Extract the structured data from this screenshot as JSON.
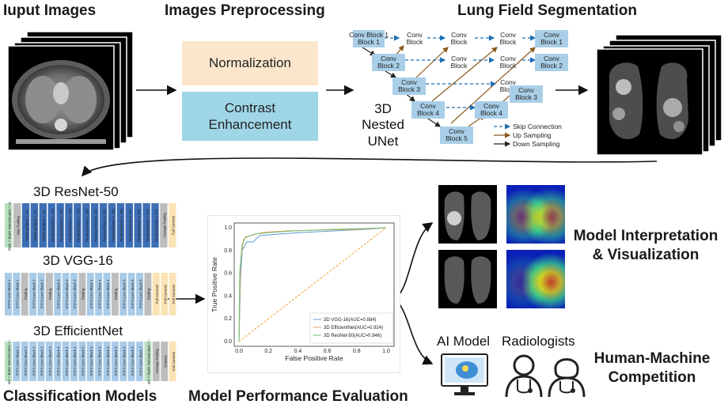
{
  "headers": {
    "input": "Iuput Images",
    "preprocessing": "Images Preprocessing",
    "segmentation": "Lung Field Segmentation",
    "classification": "Classification Models",
    "evaluation": "Model Performance Evaluation",
    "interpretation": "Model Interpretation & Visualization",
    "competition": "Human-Machine Competition"
  },
  "preprocessing_steps": [
    "Normalization",
    "Contrast Enhancement"
  ],
  "unet": {
    "label": "3D Nested UNet",
    "legend": [
      "Skip Connection",
      "Up Sampling",
      "Down Sampling"
    ],
    "blocks": [
      "Conv Block 1",
      "Conv Block",
      "Conv Block",
      "Conv Block",
      "Conv Block 1",
      "Conv Block 2",
      "Conv Block",
      "Conv Block",
      "Conv Block 2",
      "Conv Block 3",
      "Conv Block",
      "Conv Block 3",
      "Conv Block 4",
      "Conv Block 4",
      "Conv Block 5"
    ]
  },
  "models": {
    "resnet": {
      "title": "3D ResNet-50",
      "layers": [
        "Conv Block + Batch Normalization + Activation",
        "Max Pooling",
        "Residual Block 1, 64",
        "Residual Block 1, 64",
        "Residual Block 1, 64",
        "Residual Block 2, 128",
        "Residual Block 2, 128",
        "Residual Block 2, 128",
        "Residual Block 2, 128",
        "Residual Block 3, 256",
        "Residual Block 3, 256",
        "Residual Block 3, 256",
        "Residual Block 3, 256",
        "Residual Block 3, 256",
        "Residual Block 3, 256",
        "Residual Block 4, 512",
        "Residual Block 4, 512",
        "Residual Block 4, 512",
        "Average Pooling",
        "Full Connect"
      ]
    },
    "vgg": {
      "title": "3D VGG-16",
      "layers": [
        "3*3*3 Conv Block 1",
        "3*3*3 Conv Block 1",
        "Pooling",
        "3*3*3 Conv Block 2",
        "3*3*3 Conv Block 2",
        "Pooling",
        "3*3*3 Conv Block 3",
        "3*3*3 Conv Block 3",
        "3*3*3 Conv Block 3",
        "Pooling",
        "3*3*3 Conv Block 4",
        "3*3*3 Conv Block 4",
        "3*3*3 Conv Block 4",
        "Pooling",
        "3*3*3 Conv Block 5",
        "3*3*3 Conv Block 5",
        "3*3*3 Conv Block 5",
        "Pooling",
        "Full Connect",
        "Full Connect",
        "Full Connect"
      ]
    },
    "efficientnet": {
      "title": "3D EfficientNet",
      "layers": [
        "Conv Block + Batch Normalization + Activation",
        "3*3*3 Conv Block 1",
        "3*3*3 Conv Block 2",
        "3*3*3 Conv Block 2",
        "3*3*3 Conv Block 3",
        "3*3*3 Conv Block 3",
        "3*3*3 Conv Block 4",
        "3*3*3 Conv Block 4",
        "3*3*3 Conv Block 4",
        "3*3*3 Conv Block 5",
        "3*3*3 Conv Block 5",
        "3*3*3 Conv Block 5",
        "3*3*3 Conv Block 6",
        "3*3*3 Conv Block 6",
        "3*3*3 Conv Block 6",
        "3*3*3 Conv Block 6",
        "3*3*3 Conv Block 7",
        "Conv Block + Batch Normalization + Activation",
        "Average Pooling",
        "Dropout",
        "Full Connect"
      ]
    }
  },
  "roc": {
    "xlabel": "False Positive Rate",
    "ylabel": "True Positive Rate",
    "ticks": [
      "0.0",
      "0.2",
      "0.4",
      "0.6",
      "0.8",
      "1.0"
    ],
    "legend": [
      "3D VGG-16(AUC=0.884)",
      "3D EfficientNet(AUC=0.924)",
      "3D ResNet-50(AUC=0.946)"
    ],
    "colors": [
      "#5b9bd5",
      "#f0a35e",
      "#6bbf72",
      "#f0a035"
    ]
  },
  "competition": {
    "ai_label": "AI Model",
    "human_label": "Radiologists"
  },
  "colors": {
    "normalization": "#fbe6cc",
    "contrast": "#9fd6e6",
    "unet_block": "#a9cfe8",
    "vgg_block": "#a8cbe8"
  }
}
